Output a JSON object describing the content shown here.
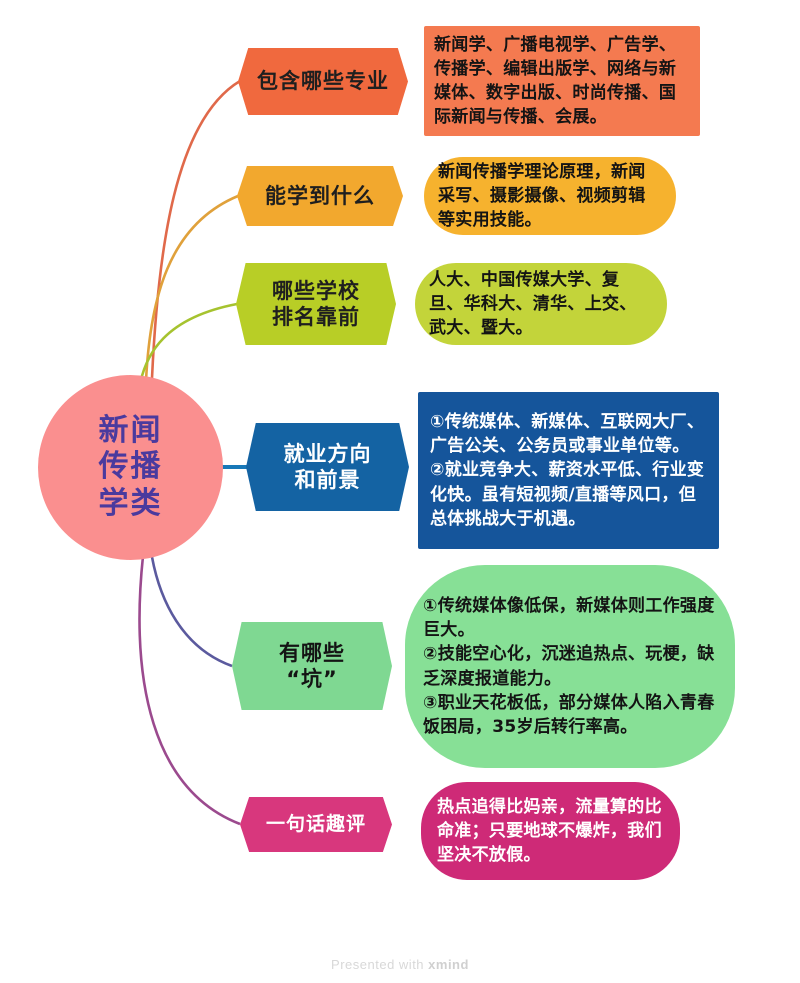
{
  "central": {
    "label": "新闻\n传播\n学类",
    "fill": "#FA8F8F",
    "text_color": "#4A3A9E"
  },
  "branches": [
    {
      "id": "majors",
      "topic": "包含哪些专业",
      "topic_fill": "#F0693E",
      "topic_text_color": "#1f1f1f",
      "detail": "新闻学、广播电视学、广告学、传播学、编辑出版学、网络与新媒体、数字出版、时尚传播、国际新闻与传播、会展。",
      "detail_fill": "#F47A50",
      "detail_text_color": "#141414",
      "detail_shape": "rectangle",
      "link_color": "#E0694A"
    },
    {
      "id": "learn",
      "topic": "能学到什么",
      "topic_fill": "#F2A82E",
      "topic_text_color": "#1f1f1f",
      "detail": "新闻传播学理论原理，新闻采写、摄影摄像、视频剪辑等实用技能。",
      "detail_fill": "#F6B22E",
      "detail_text_color": "#141414",
      "detail_shape": "pill",
      "link_color": "#E0A13B"
    },
    {
      "id": "schools",
      "topic": "哪些学校\n排名靠前",
      "topic_fill": "#B8CE26",
      "topic_text_color": "#1f1f1f",
      "detail": "人大、中国传媒大学、复旦、华科大、清华、上交、武大、暨大。",
      "detail_fill": "#C3D43A",
      "detail_text_color": "#141414",
      "detail_shape": "pill",
      "link_color": "#A6C32F"
    },
    {
      "id": "career",
      "topic": "就业方向\n和前景",
      "topic_fill": "#1463A3",
      "topic_text_color": "#ffffff",
      "detail": "①传统媒体、新媒体、互联网大厂、广告公关、公务员或事业单位等。\n②就业竞争大、薪资水平低、行业变化快。虽有短视频/直播等风口，但总体挑战大于机遇。",
      "detail_fill": "#15559B",
      "detail_text_color": "#ffffff",
      "detail_shape": "rectangle",
      "link_color": "#1878B8"
    },
    {
      "id": "pitfalls",
      "topic": "有哪些\n“坑”",
      "topic_fill": "#7FD892",
      "topic_text_color": "#141414",
      "detail": "①传统媒体像低保，新媒体则工作强度巨大。\n②技能空心化，沉迷追热点、玩梗，缺乏深度报道能力。\n③职业天花板低，部分媒体人陷入青春饭困局，35岁后转行率高。",
      "detail_fill": "#87E096",
      "detail_text_color": "#141414",
      "detail_shape": "pill",
      "link_color": "#5B5A9E"
    },
    {
      "id": "quip",
      "topic": "一句话趣评",
      "topic_fill": "#D8377D",
      "topic_text_color": "#ffffff",
      "detail": "热点追得比妈亲，流量算的比命准；只要地球不爆炸，我们坚决不放假。",
      "detail_fill": "#CE2A77",
      "detail_text_color": "#ffffff",
      "detail_shape": "pill",
      "link_color": "#9B4A8E"
    }
  ],
  "footer": {
    "prefix": "Presented with ",
    "brand": "xmind"
  }
}
